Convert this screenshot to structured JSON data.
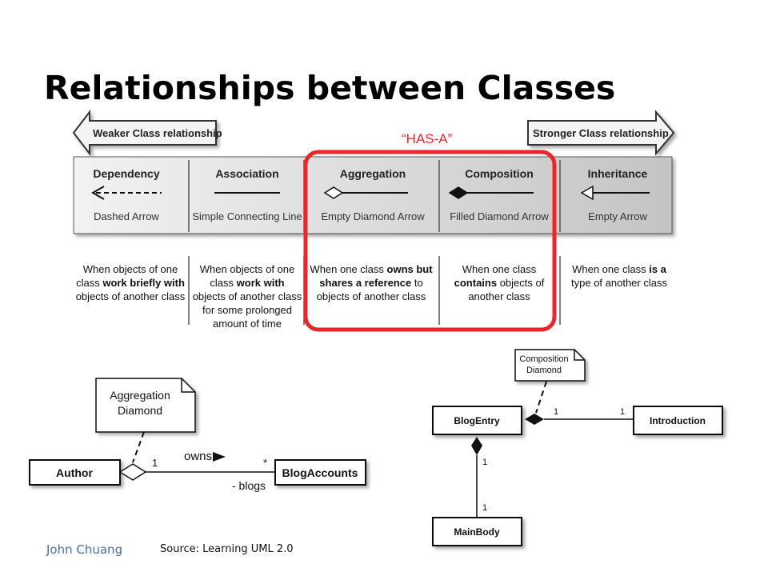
{
  "slide": {
    "title": "Relationships between Classes",
    "weaker_label": "Weaker Class relationship",
    "stronger_label": "Stronger Class relationship",
    "has_a_label": "“HAS-A”",
    "columns": [
      {
        "name": "Dependency",
        "arrow": "Dashed Arrow",
        "desc": [
          [
            "When objects of one"
          ],
          [
            "class ",
            {
              "b": "work briefly with"
            }
          ],
          [
            "objects of another class"
          ]
        ]
      },
      {
        "name": "Association",
        "arrow": "Simple Connecting Line",
        "desc": [
          [
            "When objects of one"
          ],
          [
            "class ",
            {
              "b": "work with"
            }
          ],
          [
            "objects of another class"
          ],
          [
            "for some prolonged"
          ],
          [
            "amount of time"
          ]
        ]
      },
      {
        "name": "Aggregation",
        "arrow": "Empty Diamond Arrow",
        "desc": [
          [
            "When one class ",
            {
              "b": "owns but"
            }
          ],
          [
            {
              "b": "shares a reference"
            },
            " to"
          ],
          [
            "objects of another class"
          ]
        ]
      },
      {
        "name": "Composition",
        "arrow": "Filled Diamond Arrow",
        "desc": [
          [
            "When one class"
          ],
          [
            {
              "b": "contains"
            },
            " objects of"
          ],
          [
            "another class"
          ]
        ]
      },
      {
        "name": "Inheritance",
        "arrow": "Empty Arrow",
        "desc": [
          [
            "When one class ",
            {
              "b": "is a"
            }
          ],
          [
            "type of another class"
          ]
        ]
      }
    ]
  },
  "aggregation_example": {
    "note_line1": "Aggregation",
    "note_line2": "Diamond",
    "class_left": "Author",
    "class_right": "BlogAccounts",
    "mult_left": "1",
    "mult_right": "*",
    "assoc_name": "owns",
    "role_name": "- blogs"
  },
  "composition_example": {
    "note_line1": "Composition",
    "note_line2": "Diamond",
    "class_main": "BlogEntry",
    "class_right": "Introduction",
    "class_bottom": "MainBody",
    "mult_h_left": "1",
    "mult_h_right": "1",
    "mult_v_top": "1",
    "mult_v_bottom": "1"
  },
  "footer": {
    "author": "John Chuang",
    "source": "Source: Learning UML 2.0"
  },
  "colors": {
    "highlight": "#e8262c",
    "has_a": "#e8262c",
    "footer_author": "#4a6fa5",
    "band": "#d6d6d6"
  }
}
